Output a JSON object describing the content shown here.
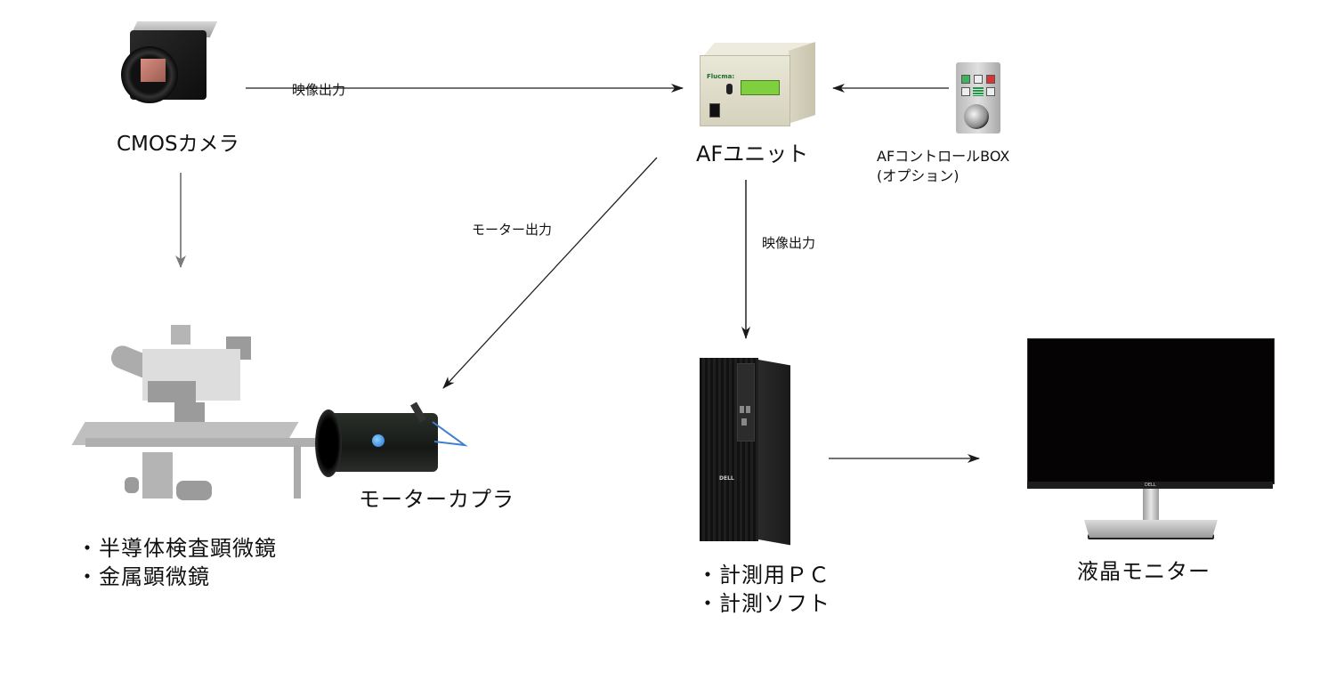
{
  "nodes": {
    "cmos_camera": {
      "label": "CMOSカメラ",
      "icon": "camera-icon"
    },
    "af_unit": {
      "label": "AFユニット",
      "icon": "af-unit-icon",
      "brand_text": "Flucma:"
    },
    "af_control_box": {
      "label_line1": "AFコントロールBOX",
      "label_line2": "(オプション)",
      "icon": "control-box-icon"
    },
    "microscope": {
      "items": [
        "・半導体検査顕微鏡",
        "・金属顕微鏡"
      ],
      "icon": "microscope-icon"
    },
    "motor_coupler": {
      "label": "モーターカプラ",
      "icon": "motor-coupler-icon"
    },
    "pc": {
      "items": [
        "・計測用ＰＣ",
        "・計測ソフト"
      ],
      "icon": "pc-tower-icon",
      "logo_text": "DELL"
    },
    "monitor": {
      "label": "液晶モニター",
      "icon": "monitor-icon",
      "logo_text": "DELL"
    }
  },
  "edges": [
    {
      "from": "cmos_camera",
      "to": "af_unit",
      "label": "映像出力"
    },
    {
      "from": "af_control_box",
      "to": "af_unit",
      "label": ""
    },
    {
      "from": "af_unit",
      "to": "motor_coupler",
      "label": "モーター出力"
    },
    {
      "from": "af_unit",
      "to": "pc",
      "label": "映像出力"
    },
    {
      "from": "cmos_camera",
      "to": "microscope",
      "label": ""
    },
    {
      "from": "pc",
      "to": "monitor",
      "label": ""
    }
  ],
  "colors": {
    "arrow": "#1a1a1a",
    "arrow_gray": "#808080",
    "lcd": "#7fcf3e",
    "text": "#111111"
  }
}
